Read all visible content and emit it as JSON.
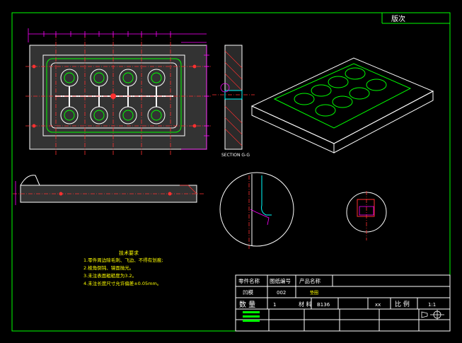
{
  "corner_tag": "版次",
  "section_label": "SECTION G-G",
  "tech_notes": {
    "title": "技术要求",
    "lines": [
      "1.零件周边除毛刺、飞边、不得有划痕;",
      "2.棱角倒钝、镜面抛光。",
      "3.未注表面粗糙度为3.2。",
      "4.未注长度尺寸允许偏差±0.05mm。"
    ]
  },
  "title_block": {
    "part_name_label": "零件名称",
    "drawing_no_label": "图纸编号",
    "product_name_label": "产品名称",
    "part_name": "凹模",
    "drawing_no": "002",
    "product_name": "垫圈",
    "qty_label": "数 量",
    "qty": "1",
    "material_label": "材 料",
    "material": "B136",
    "xx": "xx",
    "scale_label": "比 例",
    "scale": "1:1"
  },
  "colors": {
    "frame": "#00ff00",
    "outline": "#ffffff",
    "center": "#ff3030",
    "dim": "#ff00ff",
    "view": "#00ffff",
    "text": "#ffff00"
  }
}
